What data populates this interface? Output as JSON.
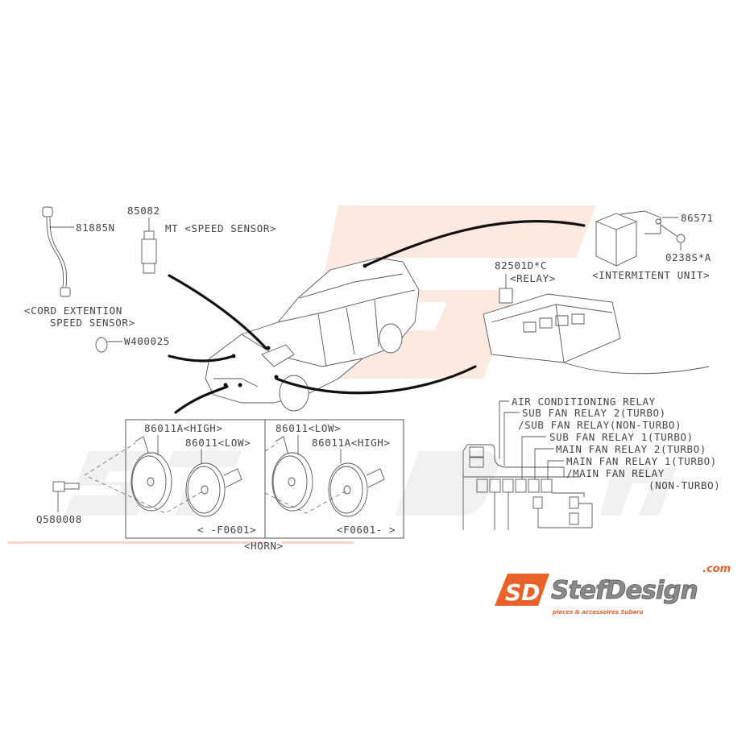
{
  "watermark": {
    "brand": "StefDesign",
    "tagline": "pieces & accessoires Subaru",
    "color": "#f6c9b6",
    "gray": "#e6e6e6"
  },
  "parts": {
    "cord_part_no": "81885N",
    "cord_label_1": "<CORD EXTENTION",
    "cord_label_2": "SPEED SENSOR>",
    "sensor_part_no": "85082",
    "sensor_label": "MT  <SPEED SENSOR>",
    "oring_part_no": "W400025",
    "intermittent_part_no": "86571",
    "nut_part_no": "0238S*A",
    "intermittent_label": "<INTERMITENT UNIT>",
    "relay_part_no": "82501D*C",
    "relay_label": "<RELAY>",
    "bolt_part_no": "Q580008"
  },
  "horn": {
    "left": {
      "high": "86011A<HIGH>",
      "low": "86011<LOW>",
      "range": "<  -F0601>"
    },
    "right": {
      "low": "86011<LOW>",
      "high": "86011A<HIGH>",
      "range": "<F0601-  >"
    },
    "label": "<HORN>"
  },
  "relay_box": {
    "labels": [
      "AIR CONDITIONING RELAY",
      "SUB FAN RELAY 2(TURBO)",
      "/SUB FAN RELAY(NON-TURBO)",
      "SUB FAN RELAY 1(TURBO)",
      "MAIN FAN RELAY 2(TURBO)",
      "MAIN FAN RELAY 1(TURBO)",
      "/MAIN FAN RELAY",
      "(NON-TURBO)"
    ]
  },
  "logo": {
    "mark": "SD",
    "name": "StefDesign",
    "domain": ".com",
    "tagline": "pieces & accessoires Subaru",
    "orange": "#e8622a"
  }
}
